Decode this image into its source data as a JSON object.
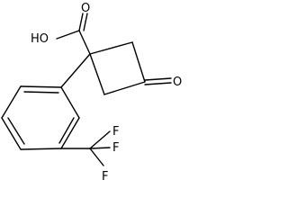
{
  "molecule": {
    "atom_labels": {
      "hydroxyl": "HO",
      "carbonyl_oxygen_acid": "O",
      "ketone_oxygen": "O",
      "fluorine_top": "F",
      "fluorine_right": "F",
      "fluorine_bottom": "F"
    }
  }
}
